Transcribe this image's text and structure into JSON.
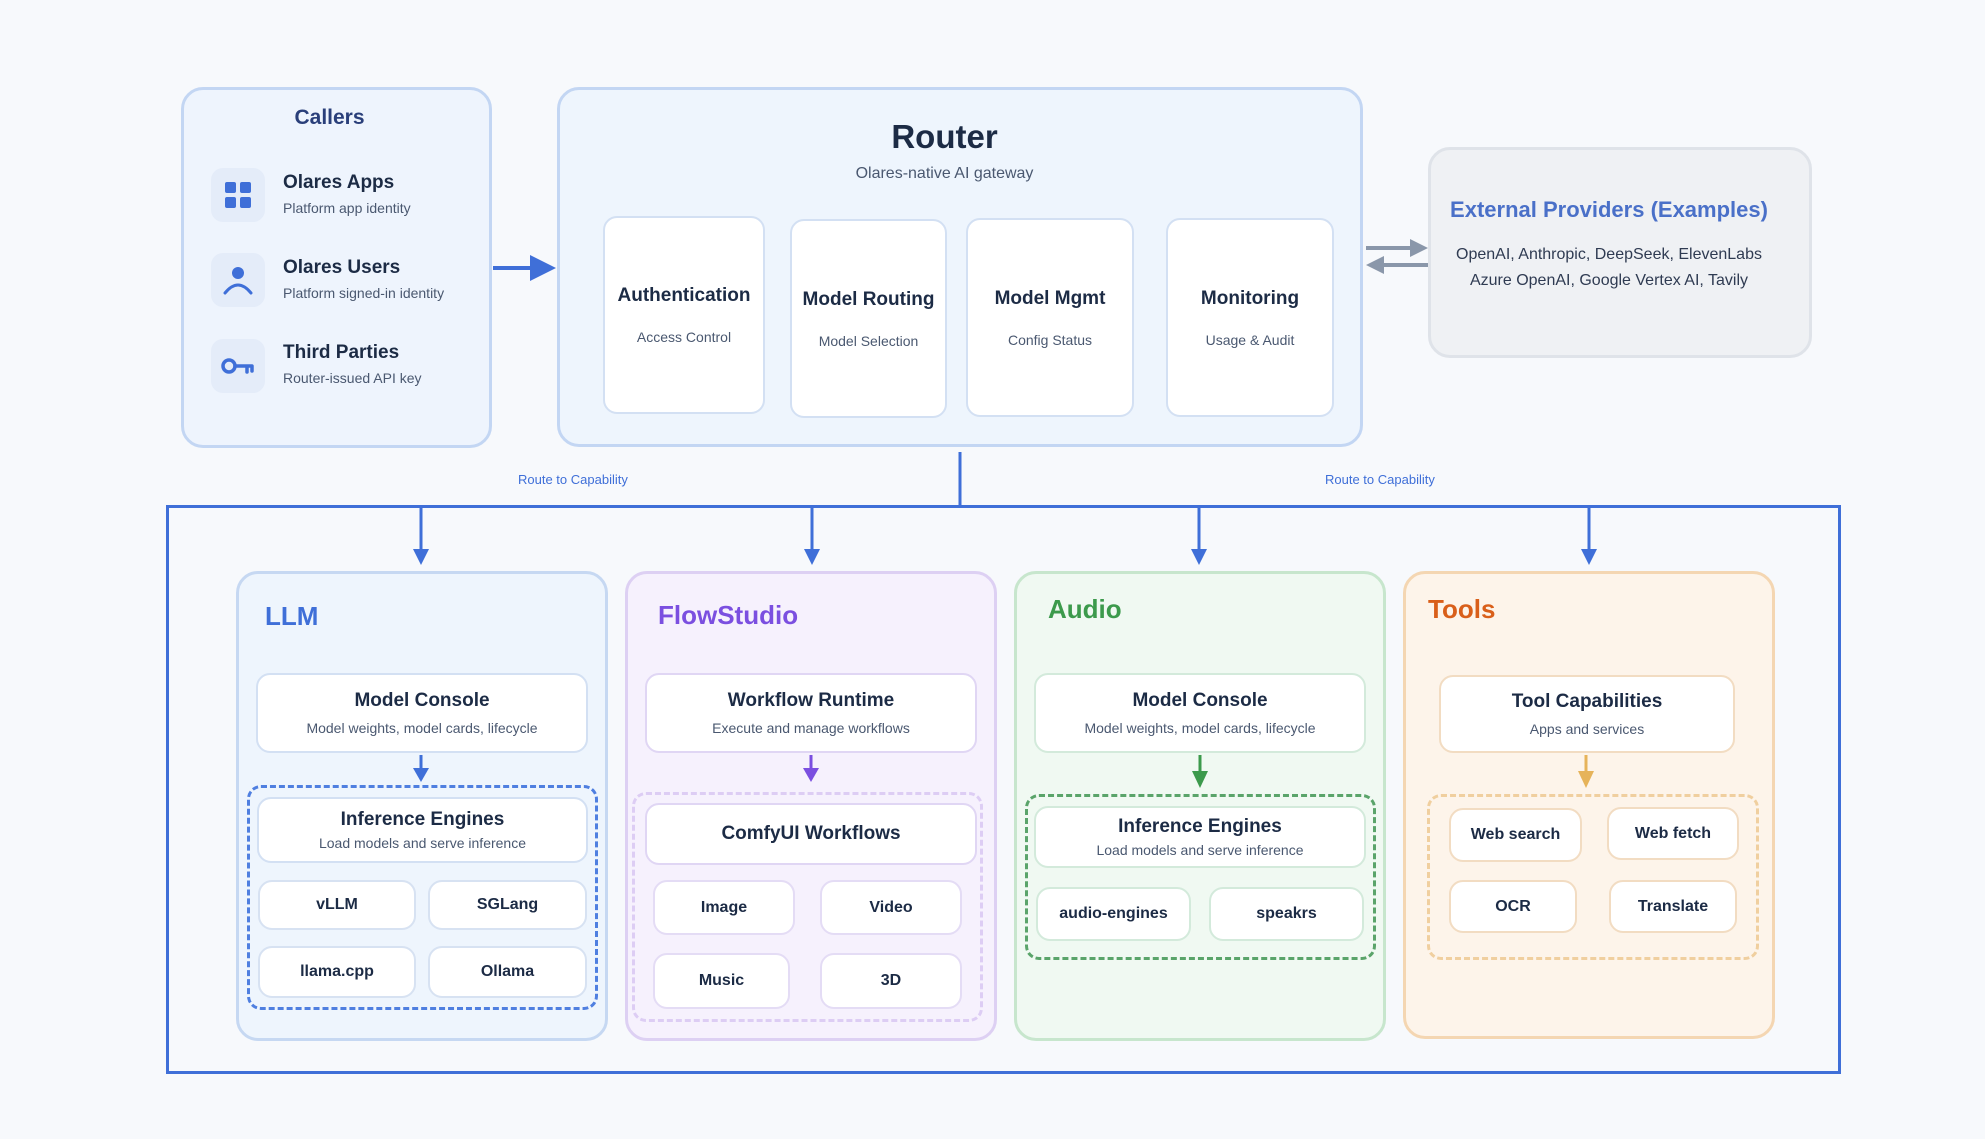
{
  "callers": {
    "title": "Callers",
    "items": [
      {
        "name": "Olares Apps",
        "desc": "Platform app identity",
        "icon": "apps-grid-icon"
      },
      {
        "name": "Olares Users",
        "desc": "Platform signed-in identity",
        "icon": "user-icon"
      },
      {
        "name": "Third Parties",
        "desc": "Router-issued API key",
        "icon": "key-icon"
      }
    ]
  },
  "router": {
    "title": "Router",
    "subtitle": "Olares-native AI gateway",
    "modules": [
      {
        "title": "Authentication",
        "sub": "Access Control"
      },
      {
        "title": "Model Routing",
        "sub": "Model Selection"
      },
      {
        "title": "Model Mgmt",
        "sub": "Config Status"
      },
      {
        "title": "Monitoring",
        "sub": "Usage & Audit"
      }
    ]
  },
  "external": {
    "title": "External Providers (Examples)",
    "line1": "OpenAI, Anthropic, DeepSeek, ElevenLabs",
    "line2": "Azure OpenAI, Google Vertex AI, Tavily"
  },
  "route_labels": {
    "left": "Route to Capability",
    "right": "Route to Capability"
  },
  "capabilities": {
    "llm": {
      "title": "LLM",
      "console": {
        "title": "Model Console",
        "sub": "Model weights, model cards,  lifecycle"
      },
      "engines": {
        "title": "Inference Engines",
        "sub": "Load models and serve inference"
      },
      "chips": [
        "vLLM",
        "SGLang",
        "llama.cpp",
        "Ollama"
      ]
    },
    "flow": {
      "title": "FlowStudio",
      "runtime": {
        "title": "Workflow Runtime",
        "sub": "Execute and manage workflows"
      },
      "workflows": {
        "title": "ComfyUI Workflows"
      },
      "chips": [
        "Image",
        "Video",
        "Music",
        "3D"
      ]
    },
    "audio": {
      "title": "Audio",
      "console": {
        "title": "Model Console",
        "sub": "Model weights, model cards, lifecycle"
      },
      "engines": {
        "title": "Inference Engines",
        "sub": "Load models and serve inference"
      },
      "chips": [
        "audio-engines",
        "speakrs"
      ]
    },
    "tools": {
      "title": "Tools",
      "caps": {
        "title": "Tool Capabilities",
        "sub": "Apps and services"
      },
      "chips": [
        "Web search",
        "Web fetch",
        "OCR",
        "Translate"
      ]
    }
  },
  "colors": {
    "primary": "#3f6fd8",
    "flow": "#7b4fe0",
    "audio": "#3c9a4c",
    "tools": "#d95f1a",
    "tools_arrow": "#e6b35a",
    "external_arrow": "#8a97aa"
  }
}
